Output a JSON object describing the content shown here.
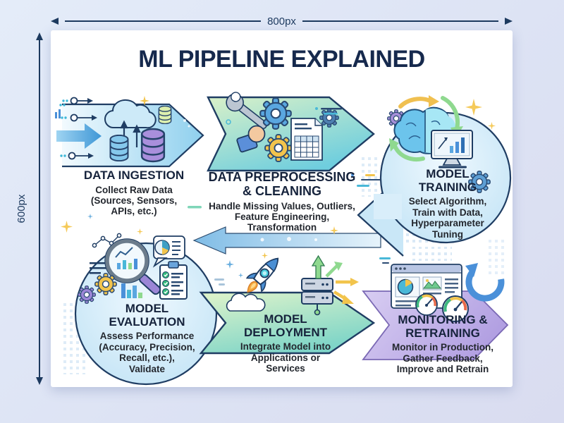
{
  "dimensions": {
    "width_label": "800px",
    "height_label": "600px"
  },
  "poster": {
    "title": "ML PIPELINE EXPLAINED",
    "stages": [
      {
        "name": "DATA INGESTION",
        "description": "Collect Raw Data\n(Sources, Sensors,\nAPIs, etc.)",
        "icons": [
          "upload-cloud-icon",
          "database-icons",
          "circuit-arrows-icon",
          "big-flow-arrow-icon"
        ],
        "banner_shape": "blue-chevron",
        "banner_colors": [
          "#f2fafe",
          "#8fd0ee"
        ]
      },
      {
        "name": "DATA PREPROCESSING\n& CLEANING",
        "description": "Handle Missing Values, Outliers,\nFeature Engineering,\nTransformation",
        "icons": [
          "wrench-hand-icon",
          "gear-icon",
          "spreadsheet-icon"
        ],
        "banner_shape": "green-arrow",
        "banner_colors": [
          "#d9f1c8",
          "#6fcede"
        ]
      },
      {
        "name": "MODEL\nTRAINING",
        "description": "Select Algorithm,\nTrain with Data,\nHyperparameter\nTuning",
        "icons": [
          "brain-icon",
          "monitor-chart-icon",
          "cycle-arrows-icon",
          "gear-icon",
          "sparkle-icon"
        ],
        "banner_shape": "blue-circle",
        "banner_colors": [
          "#eef8fe",
          "#bfe2f5"
        ]
      },
      {
        "name": "MODEL\nEVALUATION",
        "description": "Assess Performance\n(Accuracy, Precision,\nRecall, etc.),\nValidate",
        "icons": [
          "magnifier-chart-icon",
          "checklist-clipboard-icon",
          "pie-bubble-icon",
          "gear-icon",
          "mini-bars-icon"
        ],
        "banner_shape": "blue-circle",
        "banner_colors": [
          "#eef8fe",
          "#cfeafa"
        ]
      },
      {
        "name": "MODEL\nDEPLOYMENT",
        "description": "Integrate Model into\nApplications or\nServices",
        "icons": [
          "rocket-icon",
          "server-icon",
          "launch-arrows-icon",
          "smoke-cloud-icon"
        ],
        "banner_shape": "green-arrow",
        "banner_colors": [
          "#e0f4ca",
          "#7fd5c8"
        ]
      },
      {
        "name": "MONITORING &\nRETRAINING",
        "description": "Monitor in Production,\nGather Feedback,\nImprove and Retrain",
        "icons": [
          "dashboard-window-icon",
          "gauge-icon",
          "refresh-arrow-icon"
        ],
        "banner_shape": "purple-chevron",
        "banner_colors": [
          "#d8cdf2",
          "#b2a0e2"
        ]
      }
    ]
  },
  "colors": {
    "background": "#dde3f4",
    "card": "#ffffff",
    "heading_text": "#16233c",
    "body_text": "#23272e",
    "outline_navy": "#1f3d63",
    "dimension_annotation": "#1d3a5f"
  }
}
